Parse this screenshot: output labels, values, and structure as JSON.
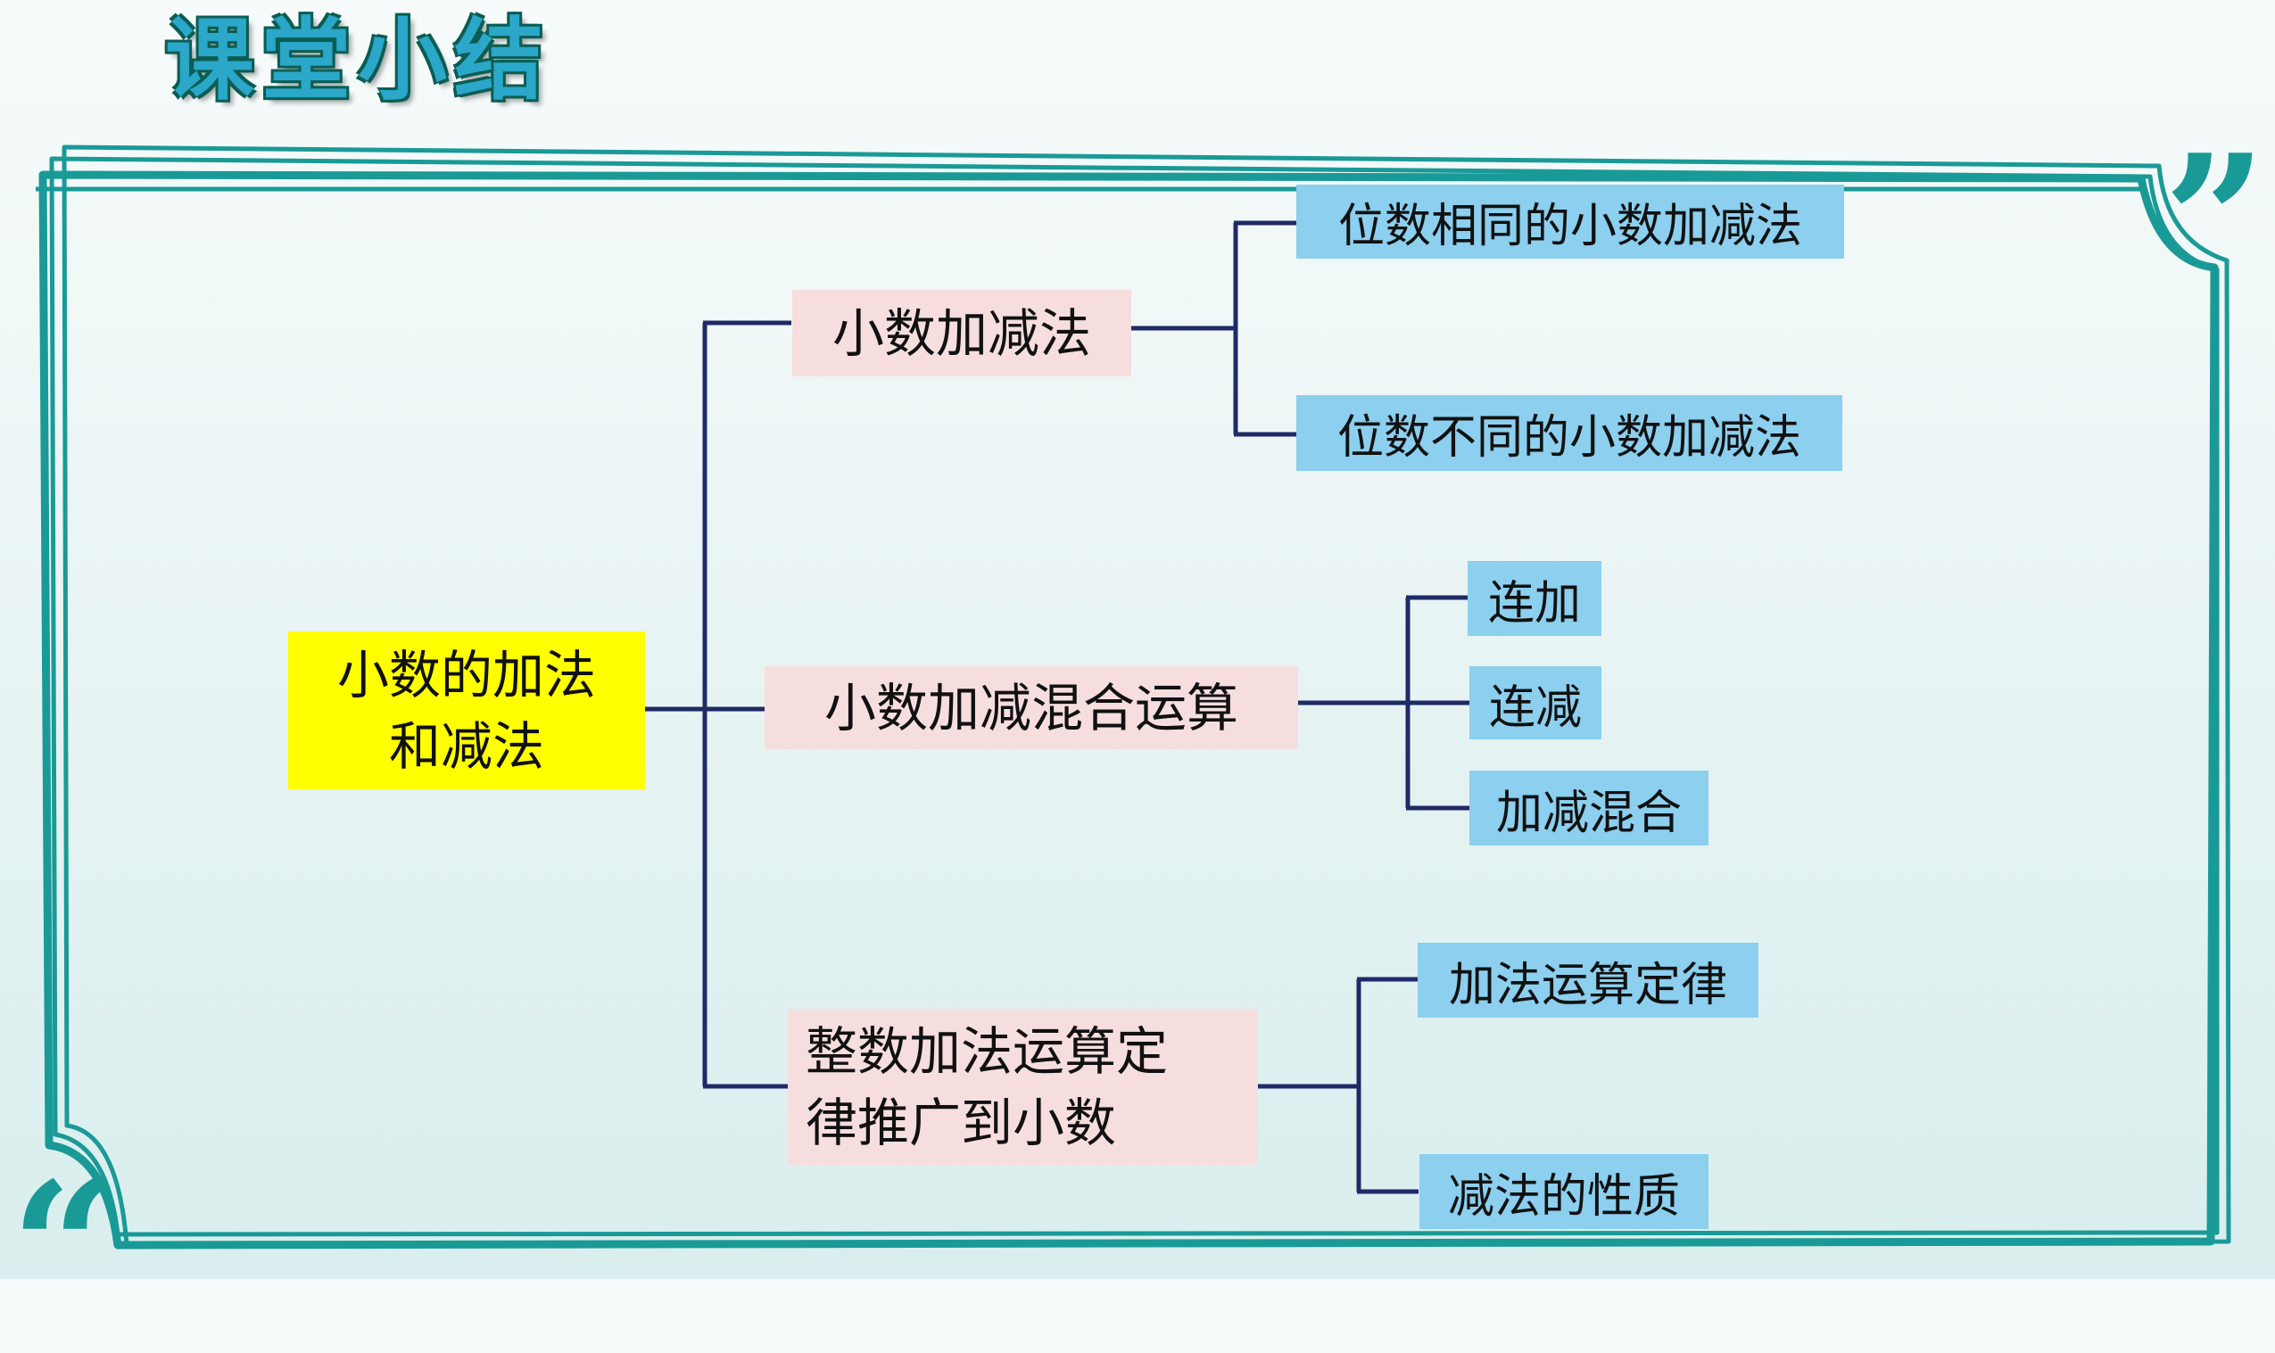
{
  "title": "课堂小结",
  "colors": {
    "frame": "#1a9a97",
    "connector": "#1f2a66",
    "root_fill": "#ffff00",
    "branch_fill": "#f7dede",
    "leaf_fill": "#8ccfef"
  },
  "icons": {
    "open_quote": "“",
    "close_quote": "”"
  },
  "diagram": {
    "root": "小数的加法\n和减法",
    "branches": [
      {
        "label": "小数加减法",
        "leaves": [
          "位数相同的小数加减法",
          "位数不同的小数加减法"
        ]
      },
      {
        "label": "小数加减混合运算",
        "leaves": [
          "连加",
          "连减",
          "加减混合"
        ]
      },
      {
        "label": "整数加法运算定\n律推广到小数",
        "leaves": [
          "加法运算定律",
          "减法的性质"
        ]
      }
    ]
  }
}
